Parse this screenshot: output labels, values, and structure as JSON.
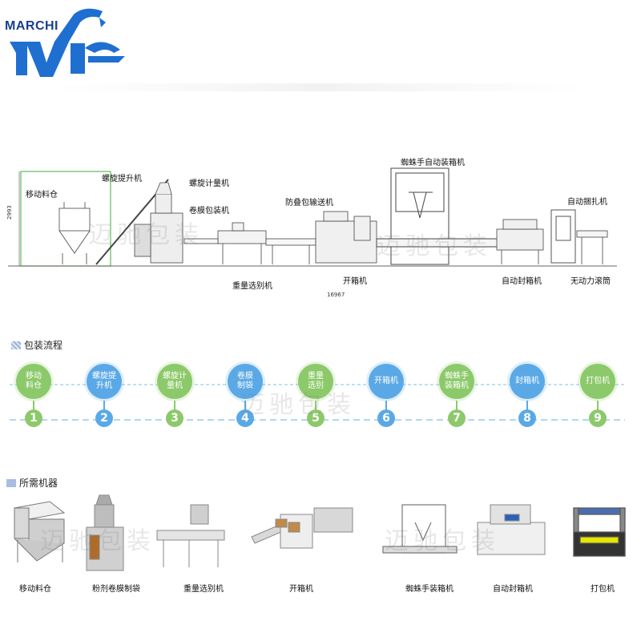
{
  "brand": {
    "name": "MARCHI"
  },
  "layout_diagram": {
    "height_dim": "2993",
    "length_dim": "16967",
    "labels": {
      "mobile_bin": "移动料仓",
      "screw_elevator": "螺旋提升机",
      "screw_meter": "螺旋计量机",
      "film_packer": "卷膜包装机",
      "weight_sorter": "重量选别机",
      "anti_stack_conveyor": "防叠包输送机",
      "box_opener": "开箱机",
      "spider_packer": "蜘蛛手自动装箱机",
      "auto_sealer": "自动封箱机",
      "auto_strapper": "自动捆扎机",
      "roller": "无动力滚筒"
    }
  },
  "process": {
    "title": "包装流程",
    "steps": [
      {
        "l1": "移动",
        "l2": "料仓",
        "num": "1",
        "color": "#8cc96a"
      },
      {
        "l1": "螺旋提",
        "l2": "升机",
        "num": "2",
        "color": "#5aa9e6"
      },
      {
        "l1": "螺旋计",
        "l2": "量机",
        "num": "3",
        "color": "#8cc96a"
      },
      {
        "l1": "卷膜",
        "l2": "制袋",
        "num": "4",
        "color": "#5aa9e6"
      },
      {
        "l1": "重量",
        "l2": "选别",
        "num": "5",
        "color": "#8cc96a"
      },
      {
        "l1": "开箱机",
        "l2": "",
        "num": "6",
        "color": "#5aa9e6"
      },
      {
        "l1": "蜘蛛手",
        "l2": "装箱机",
        "num": "7",
        "color": "#8cc96a"
      },
      {
        "l1": "封箱机",
        "l2": "",
        "num": "8",
        "color": "#5aa9e6"
      },
      {
        "l1": "打包机",
        "l2": "",
        "num": "9",
        "color": "#8cc96a"
      }
    ]
  },
  "machines": {
    "title": "所需机器",
    "items": [
      {
        "label": "移动料仓"
      },
      {
        "label": "粉剂卷膜制袋"
      },
      {
        "label": "重量选别机"
      },
      {
        "label": "开箱机"
      },
      {
        "label": "蜘蛛手装箱机"
      },
      {
        "label": "自动封箱机"
      },
      {
        "label": "打包机"
      }
    ]
  },
  "watermark": "迈驰包装"
}
